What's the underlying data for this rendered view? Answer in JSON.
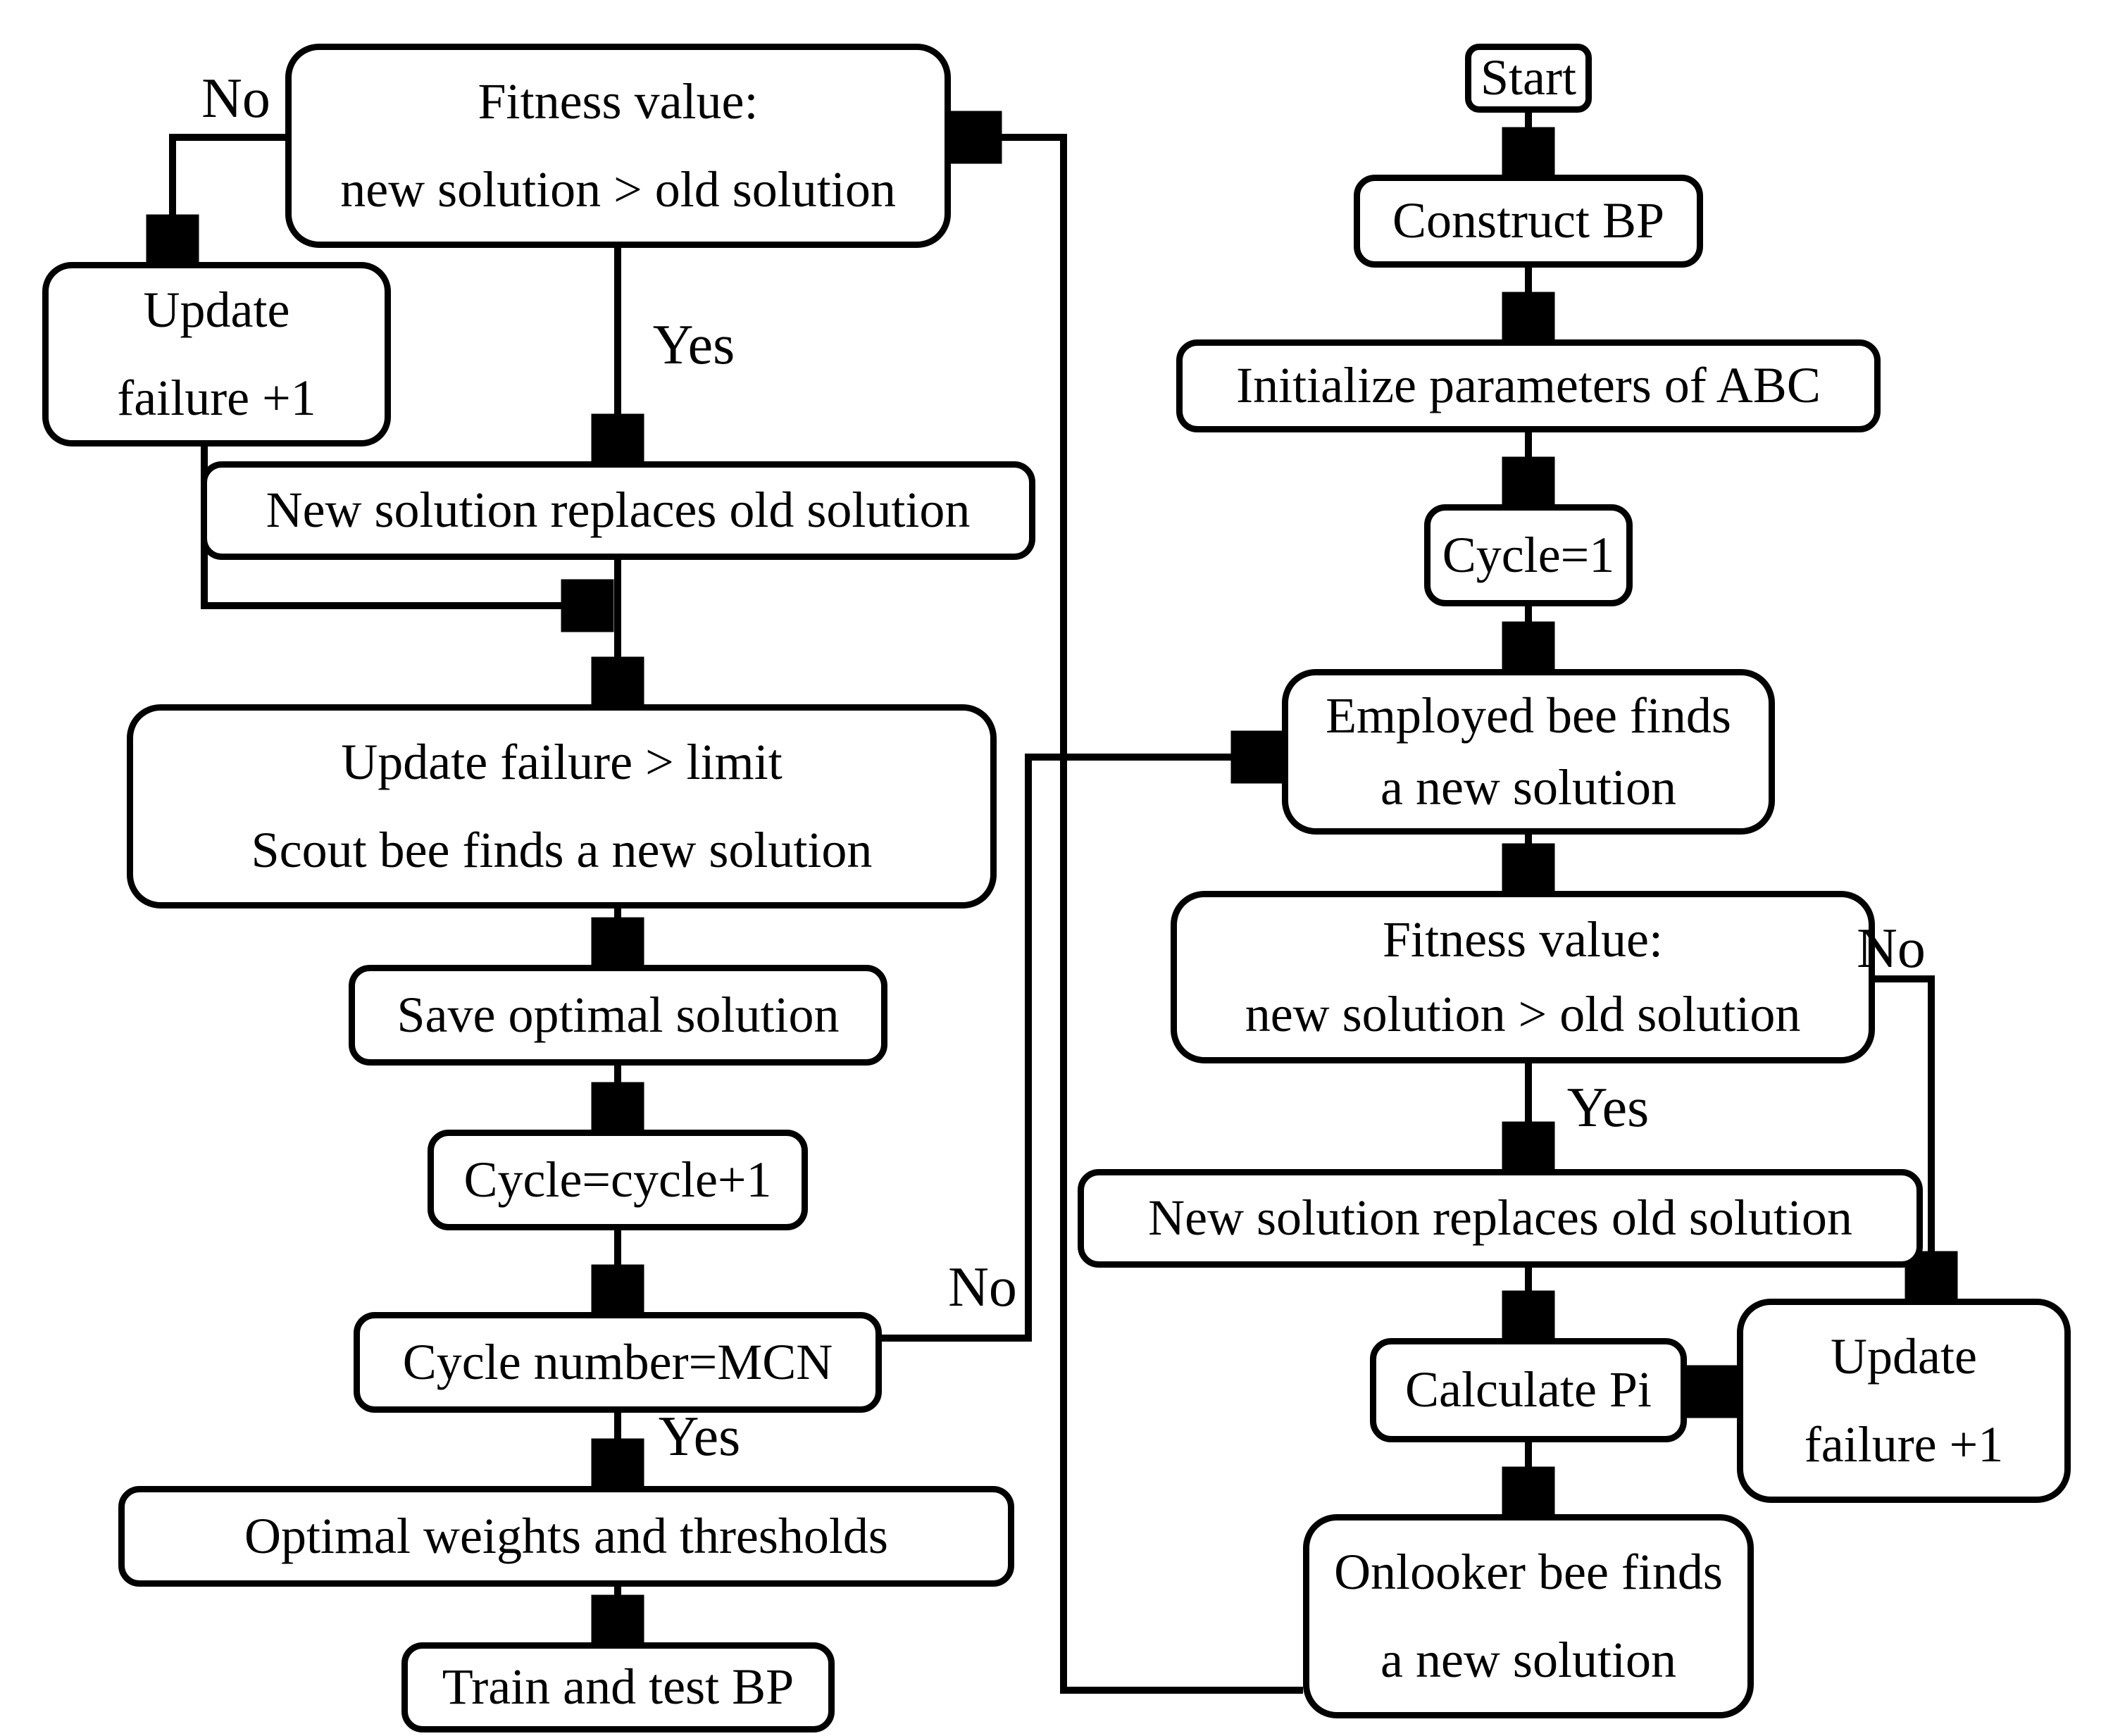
{
  "diagram": {
    "title": "ABC-BP algorithm flowchart",
    "background_color": "#ffffff",
    "stroke_color": "#000000",
    "text_color": "#000000"
  },
  "nodes": {
    "fitness_left": {
      "line1": "Fitness value:",
      "line2": "new solution > old solution"
    },
    "update_failure_left": {
      "line1": "Update",
      "line2": "failure +1"
    },
    "new_replaces_left": {
      "line1": "New solution replaces old solution"
    },
    "scout": {
      "line1": "Update failure > limit",
      "line2": "Scout bee finds a new solution"
    },
    "save_optimal": {
      "line1": "Save optimal solution"
    },
    "cycle_increment": {
      "line1": "Cycle=cycle+1"
    },
    "cycle_mcn": {
      "line1": "Cycle number=MCN"
    },
    "optimal_weights": {
      "line1": "Optimal weights and thresholds"
    },
    "train_test_bp": {
      "line1": "Train and test BP"
    },
    "start": {
      "line1": "Start"
    },
    "construct_bp": {
      "line1": "Construct BP"
    },
    "initialize_abc": {
      "line1": "Initialize parameters of ABC"
    },
    "cycle_one": {
      "line1": "Cycle=1"
    },
    "employed_bee": {
      "line1": "Employed bee finds",
      "line2": "a new solution"
    },
    "fitness_right": {
      "line1": "Fitness value:",
      "line2": "new solution > old solution"
    },
    "new_replaces_right": {
      "line1": "New solution replaces old solution"
    },
    "calculate_pi": {
      "line1": "Calculate Pi"
    },
    "update_failure_right": {
      "line1": "Update",
      "line2": "failure +1"
    },
    "onlooker_bee": {
      "line1": "Onlooker bee finds",
      "line2": "a new solution"
    }
  },
  "labels": {
    "fitness_left_no": "No",
    "fitness_left_yes": "Yes",
    "mcn_no": "No",
    "mcn_yes": "Yes",
    "fitness_right_no": "No",
    "fitness_right_yes": "Yes"
  }
}
